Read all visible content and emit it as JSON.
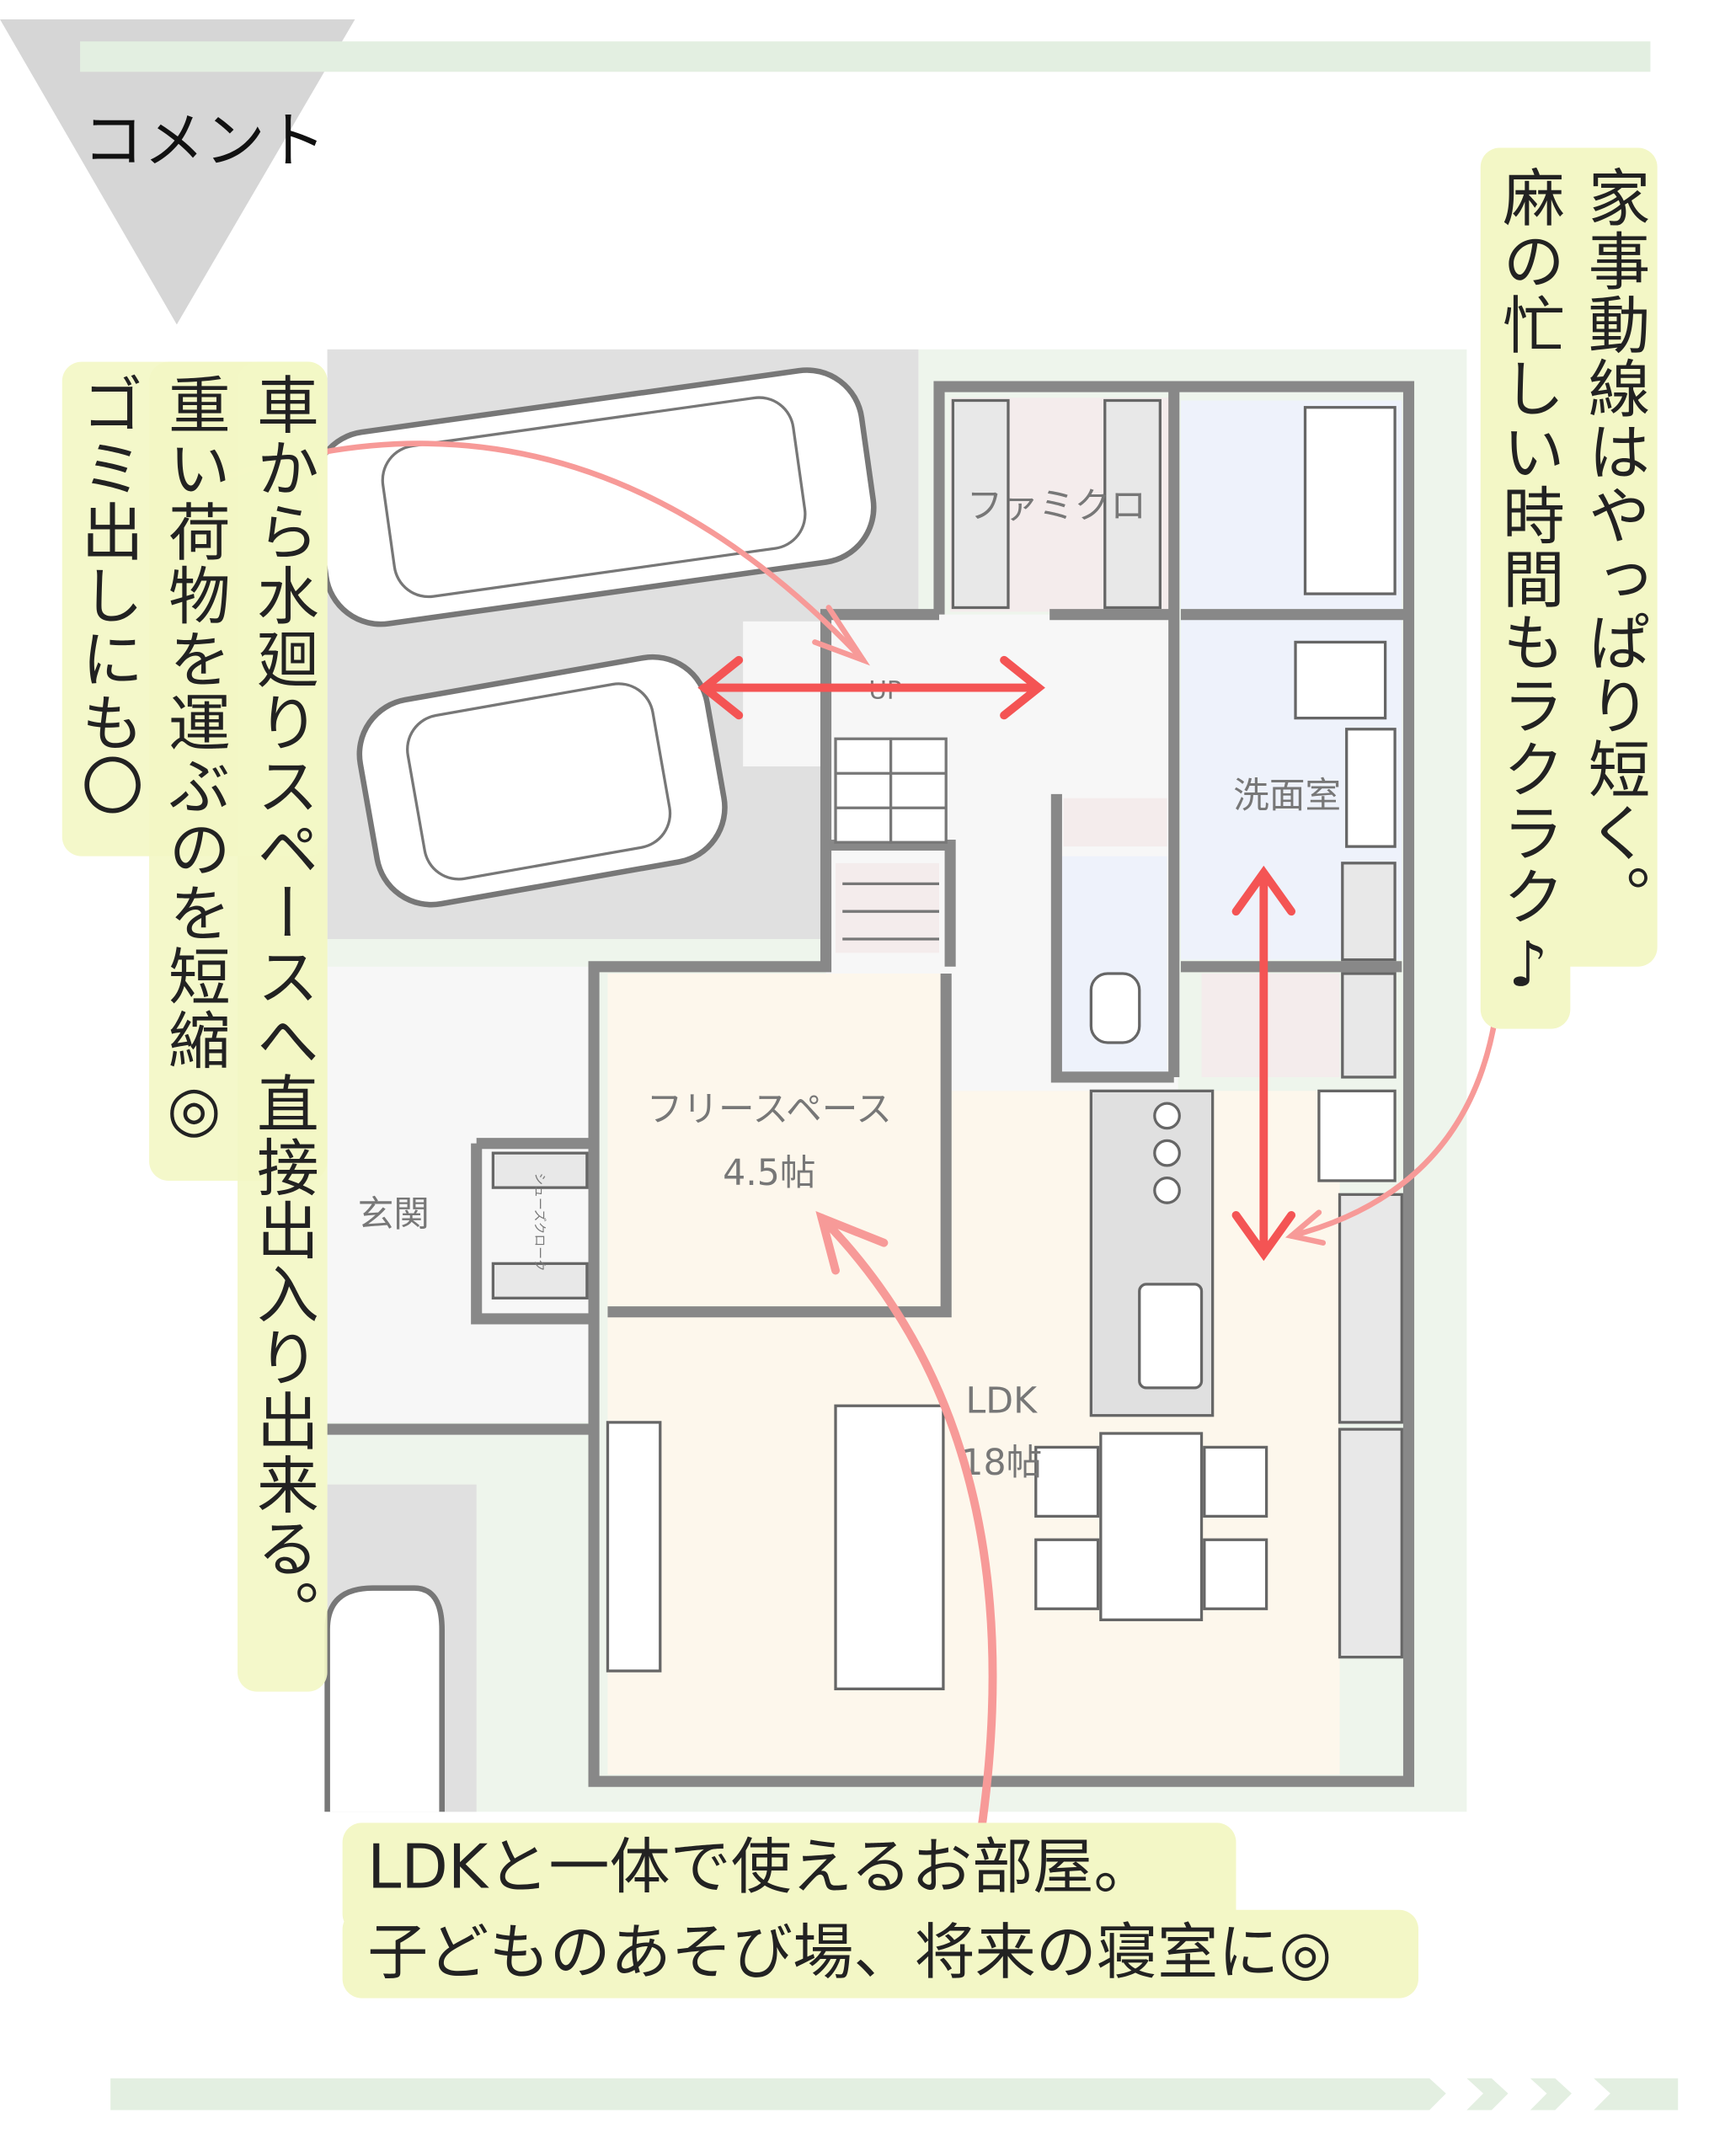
{
  "header": {
    "title": "コメント"
  },
  "plan": {
    "rooms": {
      "family_closet": "ファミクロ",
      "washroom": "洗面室",
      "free_space": "フリースペース",
      "free_space_size": "4.5帖",
      "ldk": "LDK",
      "ldk_size": "18帖",
      "stairs_up": "UP",
      "entrance": "玄関",
      "shoe_closet": "シューズクローク"
    }
  },
  "callouts": {
    "right": {
      "line1": "家事動線はやっぱり短く。",
      "line2": "麻の忙しい時間もラクラク♪"
    },
    "left": {
      "line1": "車から水廻りスペースへ直接出入り出来る。",
      "line2": "重い荷物を運ぶのを短縮◎",
      "line3": "ゴミ出しにも〇"
    },
    "bottom": {
      "line1": "LDKと一体で使えるお部屋。",
      "line2": "子どものあそび場、将来の寝室に◎"
    }
  },
  "colors": {
    "accent_bar": "#e3efe1",
    "callout_bg": "#f3f7c6",
    "arrow_red": "#f45454",
    "arrow_pink": "#f79a98",
    "wall": "#888888"
  }
}
